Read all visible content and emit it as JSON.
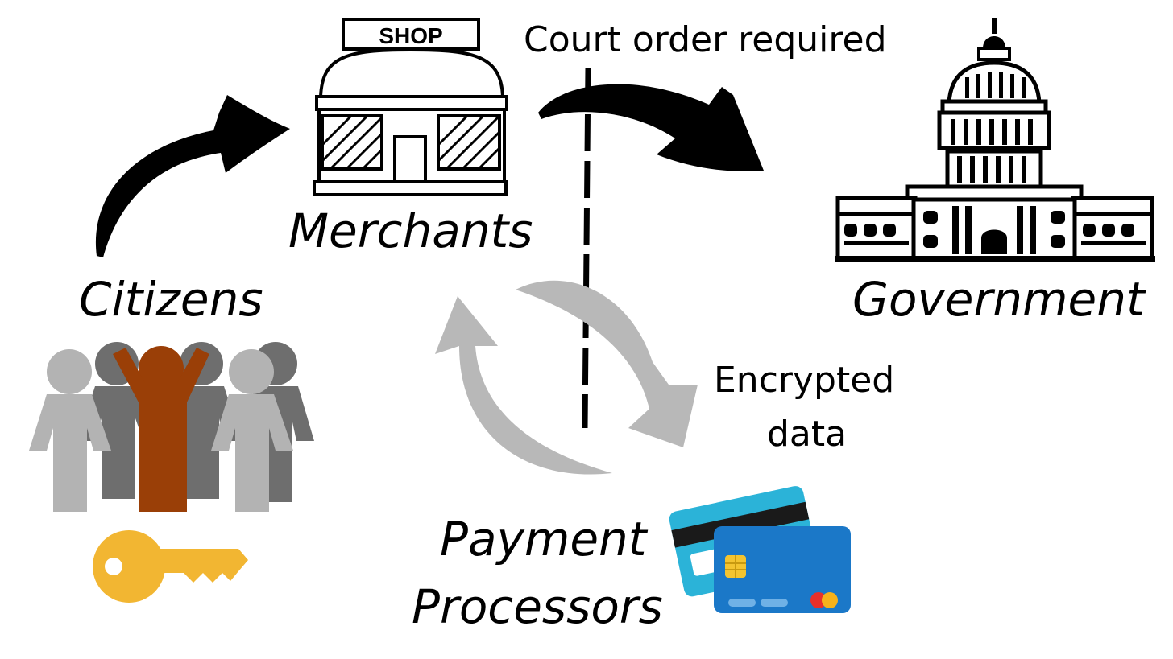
{
  "shop_sign": "SHOP",
  "labels": {
    "merchants": "Merchants",
    "citizens": "Citizens",
    "government": "Government",
    "payment": "Payment",
    "processors": "Processors",
    "court_order": "Court order required",
    "encrypted": "Encrypted",
    "data": "data"
  },
  "colors": {
    "black": "#000000",
    "gray_light": "#b3b3b3",
    "gray_dark": "#6e6e6e",
    "highlight_person": "#9a3f07",
    "key": "#f2b632",
    "card_back": "#2bb3d8",
    "card_front": "#1b78c8",
    "chip": "#f4c430",
    "circle_red": "#e8302a",
    "circle_yellow": "#f6b21b",
    "cycle_arrows": "#b8b8b8"
  }
}
